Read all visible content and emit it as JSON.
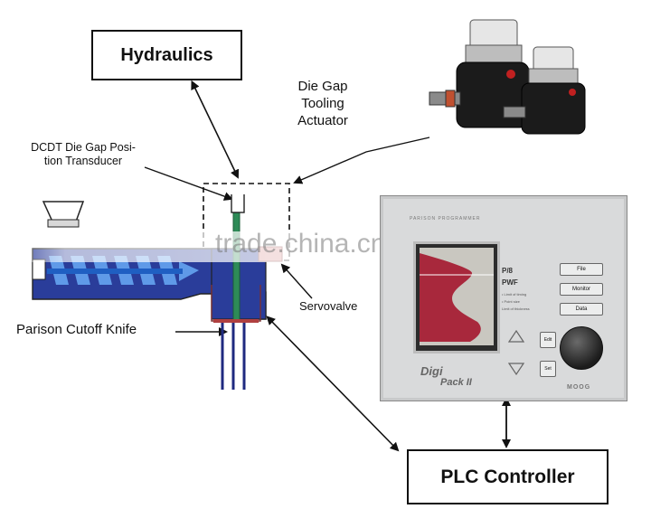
{
  "labels": {
    "hydraulics": "Hydraulics",
    "die_gap_line1": "Die Gap",
    "die_gap_line2": "Tooling",
    "die_gap_line3": "Actuator",
    "dcdt_line1": "DCDT Die Gap Posi-",
    "dcdt_line2": "tion Transducer",
    "servovalve": "Servovalve",
    "parison_cutoff": "Parison Cutoff Knife",
    "plc_controller": "PLC Controller"
  },
  "panel": {
    "header_text": "PARISON PROGRAMMER",
    "brand_line1": "Digi",
    "brand_line2": "Pack II",
    "maker": "MOOG",
    "buttons": [
      "File",
      "Monitor",
      "Data"
    ],
    "key_labels": [
      "Edit",
      "Set"
    ]
  },
  "watermark": "trade.china.cn",
  "colors": {
    "screw_blue": "#1f5fc2",
    "barrel_navy": "#2a3d9a",
    "green_rod": "#2e8b57",
    "panel_grey": "#d9dadb",
    "screen_blue": "#4a7fd0",
    "profile_red": "#a8283c"
  }
}
